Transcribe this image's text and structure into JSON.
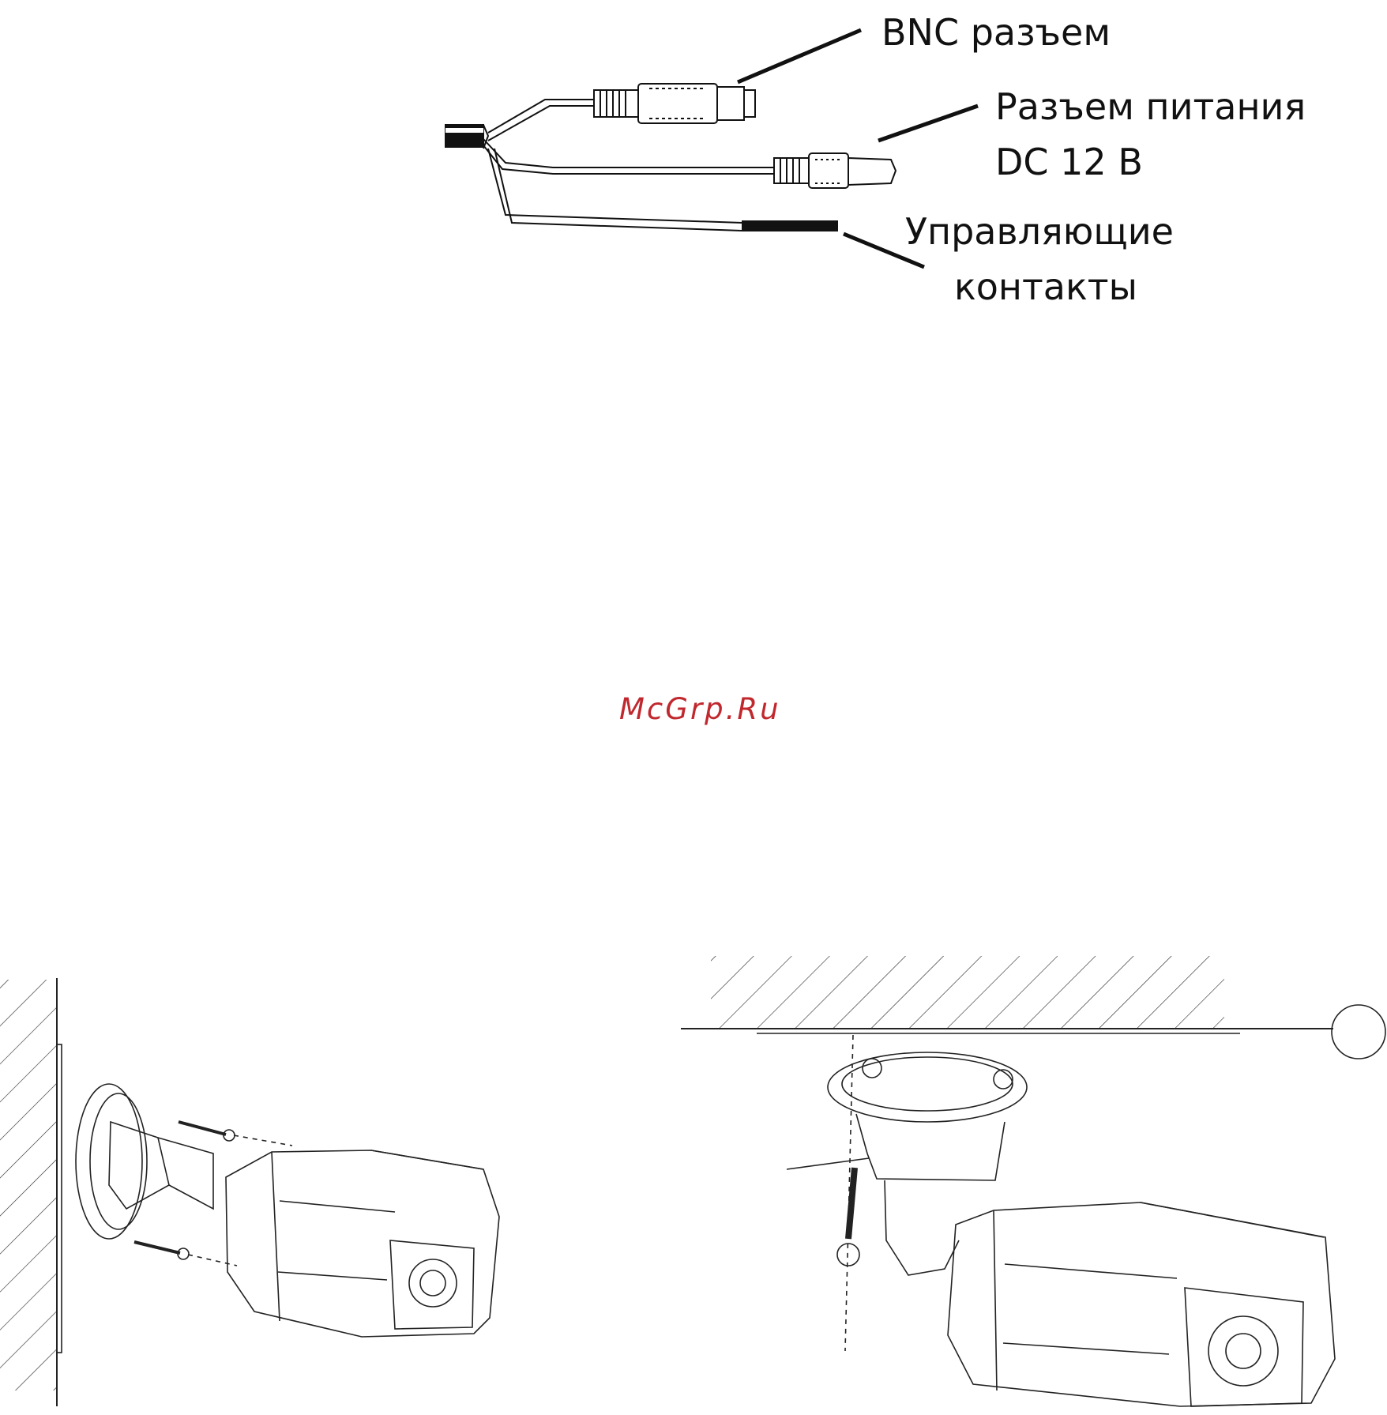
{
  "cable_diagram": {
    "bnc_label": "BNC разъем",
    "power_label_line1": "Разъем питания",
    "power_label_line2": "DC 12 В",
    "control_label_line1": "Управляющие",
    "control_label_line2": "контакты"
  },
  "watermark": "McGrp.Ru",
  "colors": {
    "line": "#111111",
    "watermark": "#c0282e",
    "background": "#ffffff"
  },
  "illustrations": [
    "wall-mount-camera",
    "ceiling-mount-camera"
  ]
}
